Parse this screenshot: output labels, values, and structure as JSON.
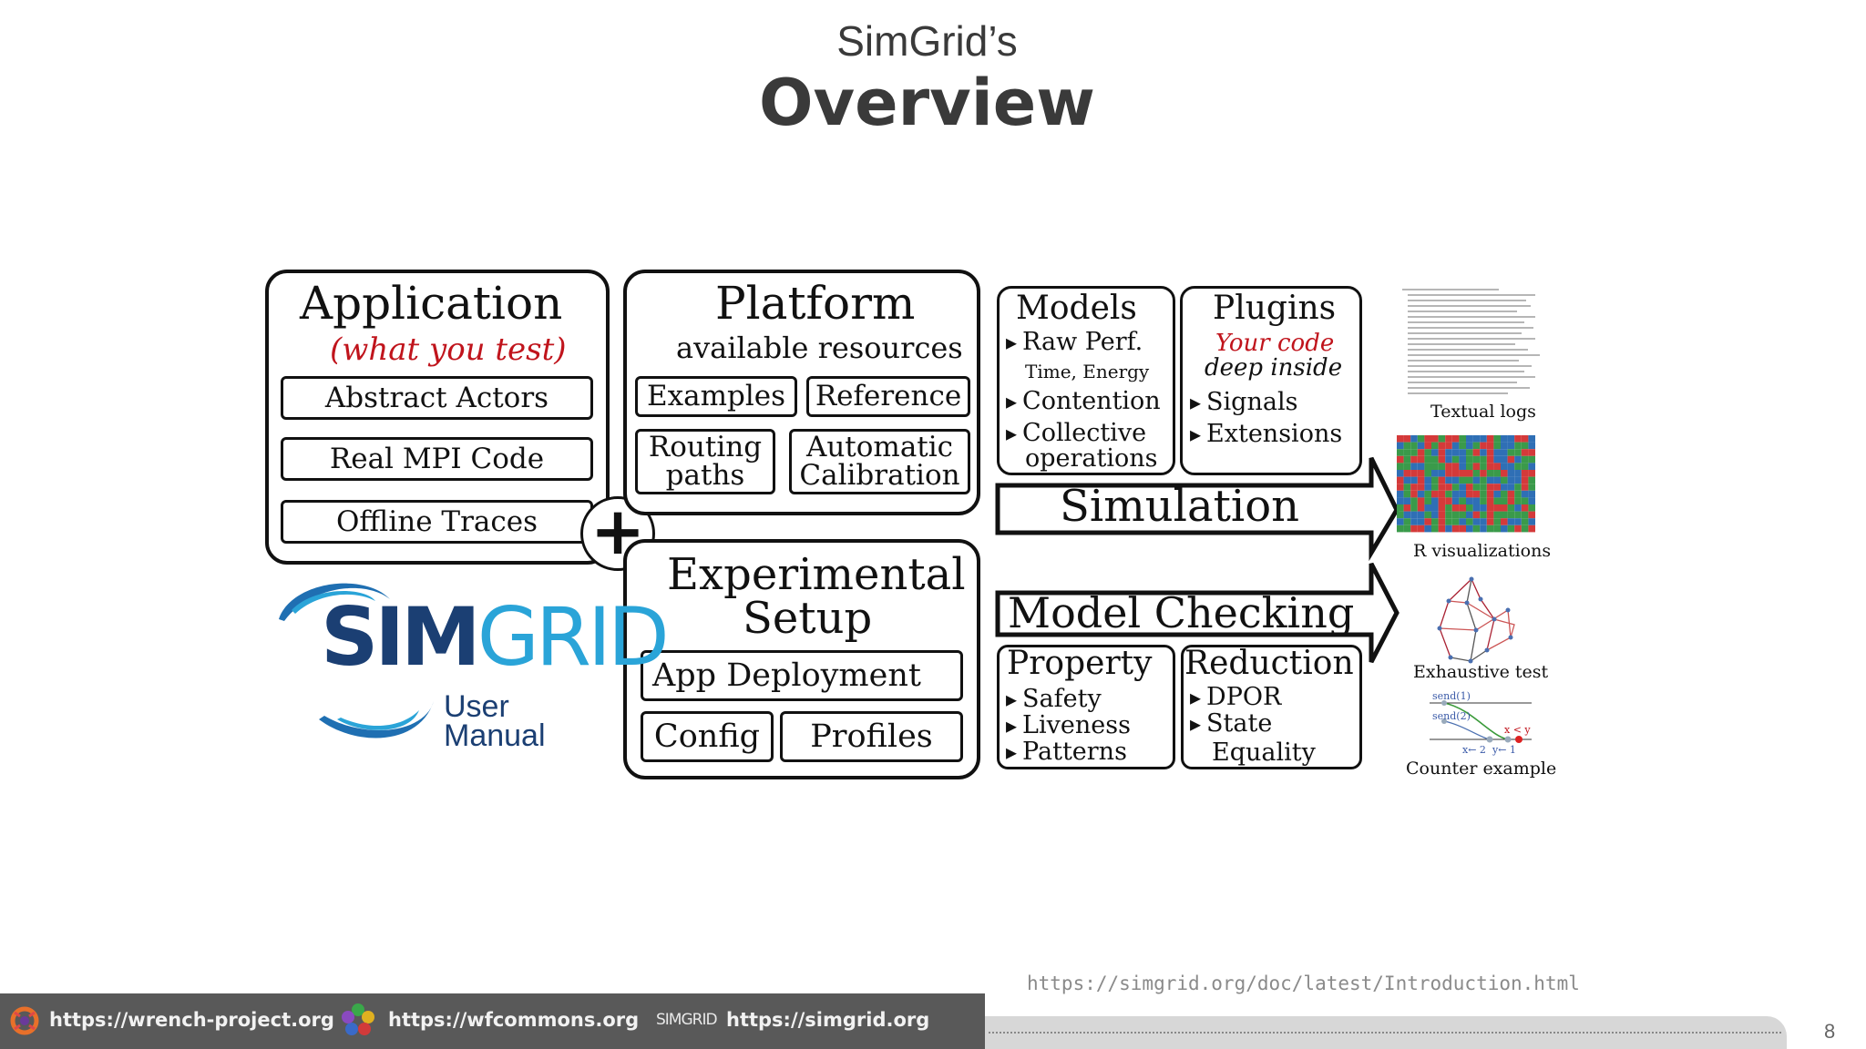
{
  "slide": {
    "subtitle": "SimGrid’s",
    "title": "Overview",
    "page_number": "8",
    "doc_url": "https://simgrid.org/doc/latest/Introduction.html"
  },
  "application": {
    "title": "Application",
    "subtitle": "(what you test)",
    "items": [
      "Abstract Actors",
      "Real MPI Code",
      "Offline Traces"
    ]
  },
  "plus_symbol": "+",
  "platform": {
    "title": "Platform",
    "subtitle": "available resources",
    "examples": "Examples",
    "reference": "Reference",
    "routing_line1": "Routing",
    "routing_line2": "paths",
    "calibration_line1": "Automatic",
    "calibration_line2": "Calibration"
  },
  "experimental": {
    "title_line1": "Experimental",
    "title_line2": "Setup",
    "app_deployment": "App Deployment",
    "config": "Config",
    "profiles": "Profiles"
  },
  "logo": {
    "wordmark": "SIMGRID",
    "caption_line1": "User",
    "caption_line2": "Manual",
    "colors": {
      "sim": "#1b3f73",
      "grid": "#2aa4d8"
    }
  },
  "models": {
    "title": "Models",
    "raw_perf": "Raw Perf.",
    "time_energy": "Time, Energy",
    "contention": "Contention",
    "collective_line1": "Collective",
    "collective_line2": "operations"
  },
  "plugins": {
    "title": "Plugins",
    "your_code": "Your code",
    "deep_inside": "deep inside",
    "signals": "Signals",
    "extensions": "Extensions"
  },
  "simulation_label": "Simulation",
  "model_checking_label": "Model Checking",
  "property": {
    "title": "Property",
    "items": [
      "Safety",
      "Liveness",
      "Patterns"
    ]
  },
  "reduction": {
    "title": "Reduction",
    "dpor": "DPOR",
    "state": "State",
    "equality": "Equality"
  },
  "outputs": {
    "textual_logs": "Textual logs",
    "r_visualizations": "R visualizations",
    "exhaustive_test": "Exhaustive test",
    "counter_example": "Counter example",
    "send1": "send(1)",
    "send2": "send(2)",
    "x_lt_y": "x < y",
    "x_assign": "x← 2",
    "y_assign": "y← 1"
  },
  "footer": {
    "links": [
      "https://wrench-project.org",
      "https://wfcommons.org",
      "https://simgrid.org"
    ],
    "simgrid_mini_logo": "SIMGRID",
    "icons": [
      "wrench-logo-icon",
      "wfcommons-logo-icon",
      "simgrid-logo-icon"
    ],
    "bar_color": "#595959"
  }
}
